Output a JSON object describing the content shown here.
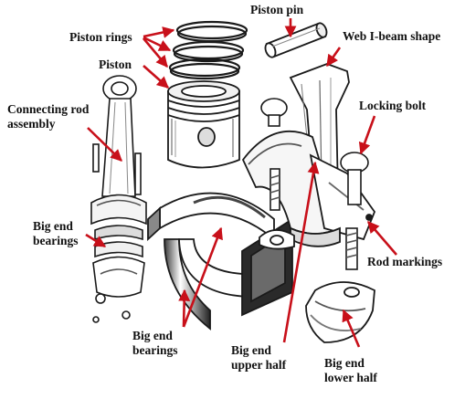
{
  "figure": {
    "labels": {
      "piston_pin": "Piston pin",
      "piston_rings": "Piston rings",
      "web_ibeam": "Web I-beam shape",
      "piston": "Piston",
      "connecting_rod_line1": "Connecting rod",
      "connecting_rod_line2": "assembly",
      "locking_bolt": "Locking bolt",
      "big_end_bearings_left_line1": "Big end",
      "big_end_bearings_left_line2": "bearings",
      "rod_markings": "Rod markings",
      "big_end_bearings_center_line1": "Big end",
      "big_end_bearings_center_line2": "bearings",
      "big_end_upper_line1": "Big end",
      "big_end_upper_line2": "upper half",
      "big_end_lower_line1": "Big end",
      "big_end_lower_line2": "lower half"
    },
    "colors": {
      "arrow": "#c8101a",
      "ink": "#1a1a1a",
      "text": "#111111"
    }
  }
}
